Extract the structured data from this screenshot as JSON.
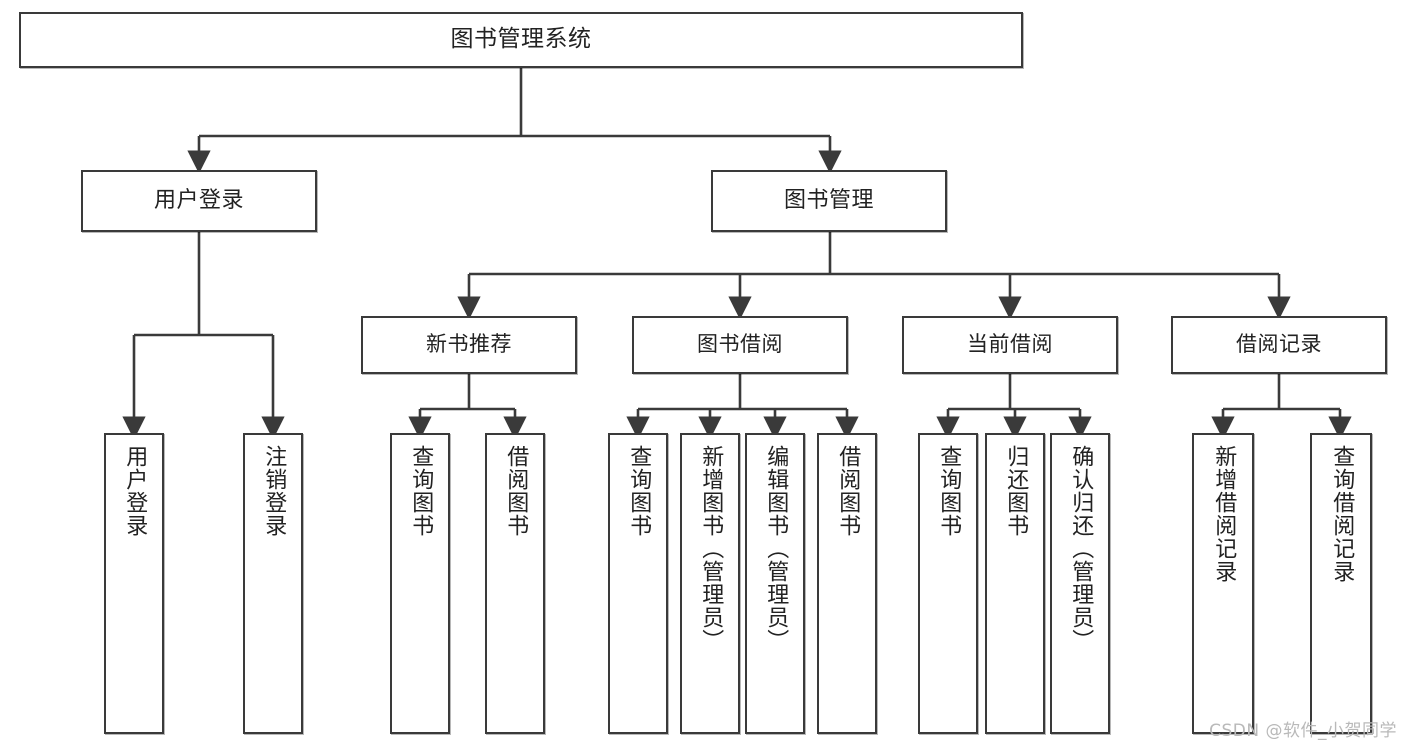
{
  "diagram": {
    "title": "图书管理系统",
    "type": "tree-hierarchy",
    "watermark": "CSDN @软件_小贺同学",
    "colors": {
      "box_border": "#3a3a3a",
      "box_fill": "#ffffff",
      "edge": "#3a3a3a",
      "text": "#222222",
      "watermark": "#b9b9b9"
    },
    "root": {
      "id": "root",
      "label": "图书管理系统"
    },
    "tier2": [
      {
        "id": "t2-user-login",
        "label": "用户登录"
      },
      {
        "id": "t2-book-manage",
        "label": "图书管理"
      }
    ],
    "tier3": [
      {
        "id": "t3-new-book",
        "label": "新书推荐"
      },
      {
        "id": "t3-borrow",
        "label": "图书借阅"
      },
      {
        "id": "t3-current",
        "label": "当前借阅"
      },
      {
        "id": "t3-records",
        "label": "借阅记录"
      }
    ],
    "leaves": [
      {
        "id": "leaf-1",
        "label": "用户登录",
        "parent": "t2-user-login"
      },
      {
        "id": "leaf-2",
        "label": "注销登录",
        "parent": "t2-user-login"
      },
      {
        "id": "leaf-3",
        "label": "查询图书",
        "parent": "t3-new-book"
      },
      {
        "id": "leaf-4",
        "label": "借阅图书",
        "parent": "t3-new-book"
      },
      {
        "id": "leaf-5",
        "label": "查询图书",
        "parent": "t3-borrow"
      },
      {
        "id": "leaf-6",
        "label": "新增图书（管理员）",
        "parent": "t3-borrow"
      },
      {
        "id": "leaf-7",
        "label": "编辑图书（管理员）",
        "parent": "t3-borrow"
      },
      {
        "id": "leaf-8",
        "label": "借阅图书",
        "parent": "t3-borrow"
      },
      {
        "id": "leaf-9",
        "label": "查询图书",
        "parent": "t3-current"
      },
      {
        "id": "leaf-10",
        "label": "归还图书",
        "parent": "t3-current"
      },
      {
        "id": "leaf-11",
        "label": "确认归还（管理员）",
        "parent": "t3-current"
      },
      {
        "id": "leaf-12",
        "label": "新增借阅记录",
        "parent": "t3-records"
      },
      {
        "id": "leaf-13",
        "label": "查询借阅记录",
        "parent": "t3-records"
      }
    ]
  }
}
